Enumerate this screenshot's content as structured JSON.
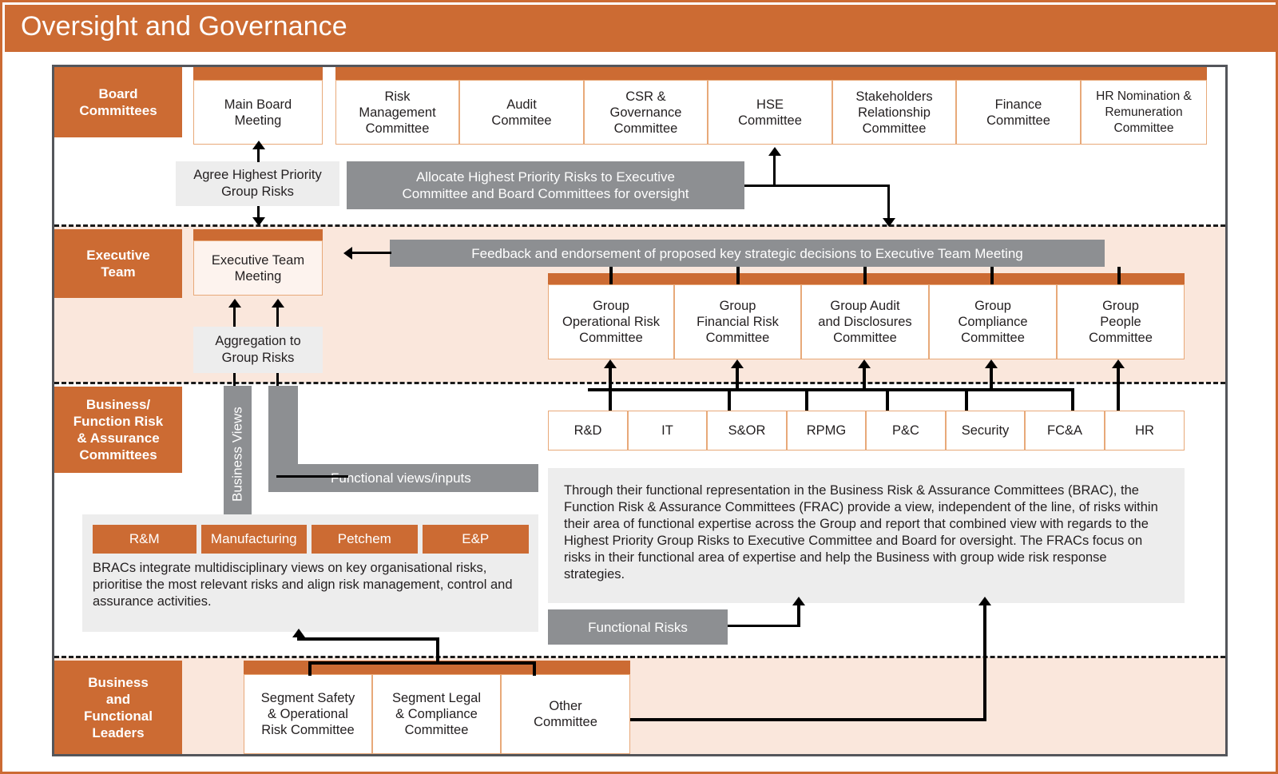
{
  "page": {
    "title": "Oversight and Governance",
    "accent_orange": "#CC6B33",
    "band_peach": "#FAE7DC",
    "gray_box": "#8D8F92",
    "note_gray": "#EDEDED",
    "frame_gray": "#54565B"
  },
  "rows": {
    "board": {
      "label": "Board\nCommittees",
      "label_line1": "Board",
      "label_line2": "Committees",
      "main_board": "Main Board\nMeeting",
      "committees": [
        "Risk\nManagement\nCommittee",
        "Audit\nCommitee",
        "CSR &\nGovernance\nCommittee",
        "HSE\nCommittee",
        "Stakeholders\nRelationship\nCommittee",
        "Finance\nCommittee",
        "HR Nomination &\nRemuneration\nCommittee"
      ]
    },
    "executive": {
      "label_line1": "Executive",
      "label_line2": "Team",
      "exec_meeting": "Executive Team\nMeeting",
      "committees": [
        "Group\nOperational Risk\nCommittee",
        "Group\nFinancial Risk\nCommittee",
        "Group Audit\nand Disclosures\nCommittee",
        "Group\nCompliance\nCommittee",
        "Group\nPeople\nCommittee"
      ]
    },
    "frac": {
      "label_line1": "Business/",
      "label_line2": "Function Risk",
      "label_line3": "& Assurance",
      "label_line4": "Committees",
      "functions": [
        "R&D",
        "IT",
        "S&OR",
        "RPMG",
        "P&C",
        "Security",
        "FC&A",
        "HR"
      ],
      "brac_tags": [
        "R&M",
        "Manufacturing",
        "Petchem",
        "E&P"
      ]
    },
    "leaders": {
      "label_line1": "Business",
      "label_line2": "and",
      "label_line3": "Functional",
      "label_line4": "Leaders",
      "committees": [
        "Segment Safety\n& Operational\nRisk Committee",
        "Segment Legal\n& Compliance\nCommittee",
        "Other\nCommittee"
      ]
    }
  },
  "process": {
    "agree_highest_priority": "Agree Highest Priority\nGroup Risks",
    "allocate_highest_priority": "Allocate Highest Priority Risks to Executive\nCommittee and Board Committees for oversight",
    "feedback_endorsement": "Feedback and endorsement of proposed key strategic decisions to Executive Team Meeting",
    "aggregation_group_risks": "Aggregation to\nGroup Risks",
    "business_views": "Business Views",
    "functional_views_inputs": "Functional views/inputs",
    "functional_risks": "Functional Risks"
  },
  "notes": {
    "frac_note": "Through their functional representation in the Business Risk & Assurance Committees (BRAC), the Function Risk & Assurance Committees (FRAC) provide a view, independent of the line, of risks within their area of functional expertise across the Group and report that combined view with regards to the Highest Priority Group Risks to Executive Committee and Board for oversight. The FRACs focus on risks in their functional area of expertise and help the Business with group wide risk response strategies.",
    "brac_note": "BRACs integrate multidisciplinary views on key organisational risks, prioritise the most relevant risks and align risk management, control and assurance activities."
  }
}
